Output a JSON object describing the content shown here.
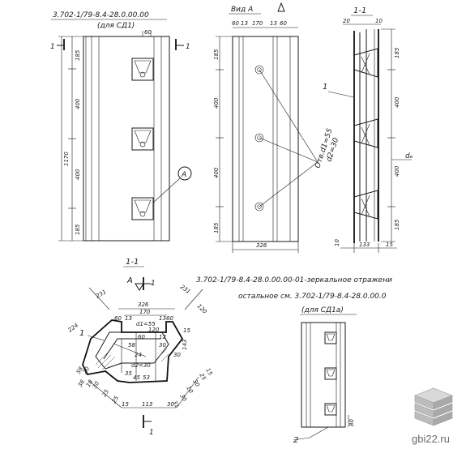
{
  "drawing": {
    "code_main": "3.702-1/79-8.4-28.0.00.00",
    "for_main": "(для СД1)",
    "view_a_title": "Вид А",
    "section_title": "1-1",
    "section_mark": "1",
    "callout_a": "A",
    "callout_1": "1",
    "callout_2": "2",
    "hole_note_1": "Отв.d1=55",
    "hole_note_2": "d2=30",
    "code_mirror": "3.702-1/79-8.4-28.0.00.00-01-зеркальное отражени",
    "rest_note": "остальное см. 3.702-1/79-8.4-28.0.00.0",
    "for_mirror": "(для СД1а)",
    "dim_de": "dₑ"
  },
  "dims": {
    "front_185_top": "185",
    "front_400_a": "400",
    "front_1170": "1170",
    "front_400_b": "400",
    "front_185_bot": "185",
    "front_top_60": "60",
    "viewa_top": [
      "60",
      "13",
      "170",
      "13",
      "60"
    ],
    "viewa_185_top": "185",
    "viewa_400_a": "400",
    "viewa_400_b": "400",
    "viewa_185_bot": "185",
    "viewa_width": "326",
    "sec_top_20": "20",
    "sec_top_10": "10",
    "sec_185_top": "185",
    "sec_400_a": "400",
    "sec_400_b": "400",
    "sec_185_bot": "185",
    "sec_10": "10",
    "sec_133": "133",
    "sec_15": "15",
    "cs_231_l": "231",
    "cs_231_r": "231",
    "cs_224": "224",
    "cs_120": "120",
    "cs_326": "326",
    "cs_170": "170",
    "cs_top": [
      "60",
      "13",
      "13",
      "60"
    ],
    "cs_d155": "d1=55",
    "cs_120b": "120",
    "cs_60": "60",
    "cs_12": "12",
    "cs_58": "58",
    "cs_30a": "30",
    "cs_24": "24",
    "cs_d230": "d2=30",
    "cs_35": "35",
    "cs_45": "45",
    "cs_53": "53",
    "cs_143": "143",
    "cs_15": "15",
    "cs_30b": "30",
    "cs_bot": [
      "15",
      "113",
      "30"
    ],
    "cs_left": [
      "58",
      "20",
      "38",
      "10",
      "30",
      "25",
      "25"
    ],
    "cs_right": [
      "31",
      "30",
      "10",
      "30",
      "25",
      "15"
    ],
    "small_80": "80"
  },
  "watermark": {
    "site": "gbi22.ru",
    "logo": "stacked-slabs-logo"
  }
}
